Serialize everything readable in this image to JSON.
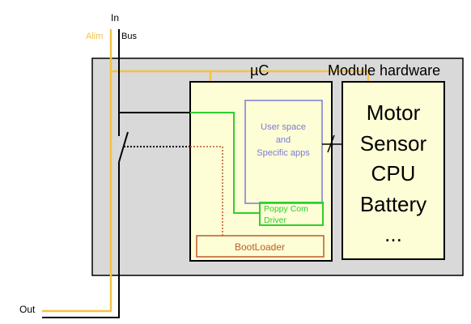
{
  "labels": {
    "in": "In",
    "alim": "Alim",
    "bus": "Bus",
    "out": "Out",
    "uc": "µC",
    "module_hardware": "Module hardware",
    "user_space_line1": "User space",
    "user_space_line2": "and",
    "user_space_line3": "Specific apps",
    "poppy_line1": "Poppy Com",
    "poppy_line2": "Driver",
    "bootloader": "BootLoader",
    "hw_motor": "Motor",
    "hw_sensor": "Sensor",
    "hw_cpu": "CPU",
    "hw_battery": "Battery",
    "hw_more": "..."
  },
  "colors": {
    "power": "#f5c242",
    "bus": "#000000",
    "module_bg": "#d9d9d9",
    "uc_bg": "#fdfdd6",
    "user_space": "#7b7bd8",
    "poppy": "#2ed02e",
    "bootloader": "#c05a28"
  }
}
